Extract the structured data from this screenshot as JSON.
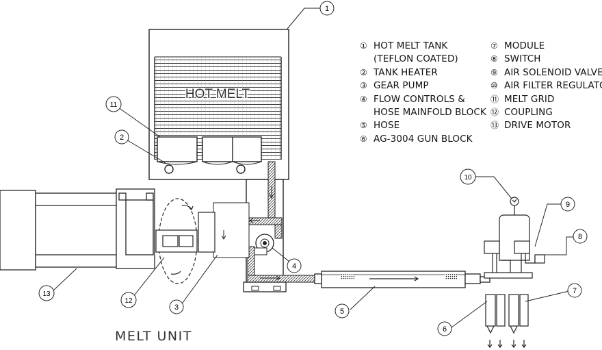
{
  "tank_label": "HOT MELT",
  "title": "MELT UNIT",
  "legend_left": [
    {
      "num": "①",
      "lines": [
        "HOT MELT TANK",
        "(TEFLON COATED)"
      ]
    },
    {
      "num": "②",
      "lines": [
        "TANK  HEATER"
      ]
    },
    {
      "num": "③",
      "lines": [
        "GEAR PUMP"
      ]
    },
    {
      "num": "④",
      "lines": [
        "FLOW CONTROLS &",
        "HOSE MAINFOLD BLOCK"
      ]
    },
    {
      "num": "⑤",
      "lines": [
        "HOSE"
      ]
    },
    {
      "num": "⑥",
      "lines": [
        "AG-3004 GUN BLOCK"
      ]
    }
  ],
  "legend_right": [
    {
      "num": "⑦",
      "lines": [
        "MODULE"
      ]
    },
    {
      "num": "⑧",
      "lines": [
        "SWITCH"
      ]
    },
    {
      "num": "⑨",
      "lines": [
        "AIR SOLENOID VALVE"
      ]
    },
    {
      "num": "⑩",
      "lines": [
        "AIR FILTER REGULATOR"
      ]
    },
    {
      "num": "⑪",
      "lines": [
        "MELT GRID"
      ]
    },
    {
      "num": "⑫",
      "lines": [
        "COUPLING"
      ]
    },
    {
      "num": "⑬",
      "lines": [
        "DRIVE MOTOR"
      ]
    }
  ],
  "callouts": [
    "1",
    "2",
    "3",
    "4",
    "5",
    "6",
    "7",
    "8",
    "9",
    "10",
    "11",
    "12",
    "13"
  ]
}
